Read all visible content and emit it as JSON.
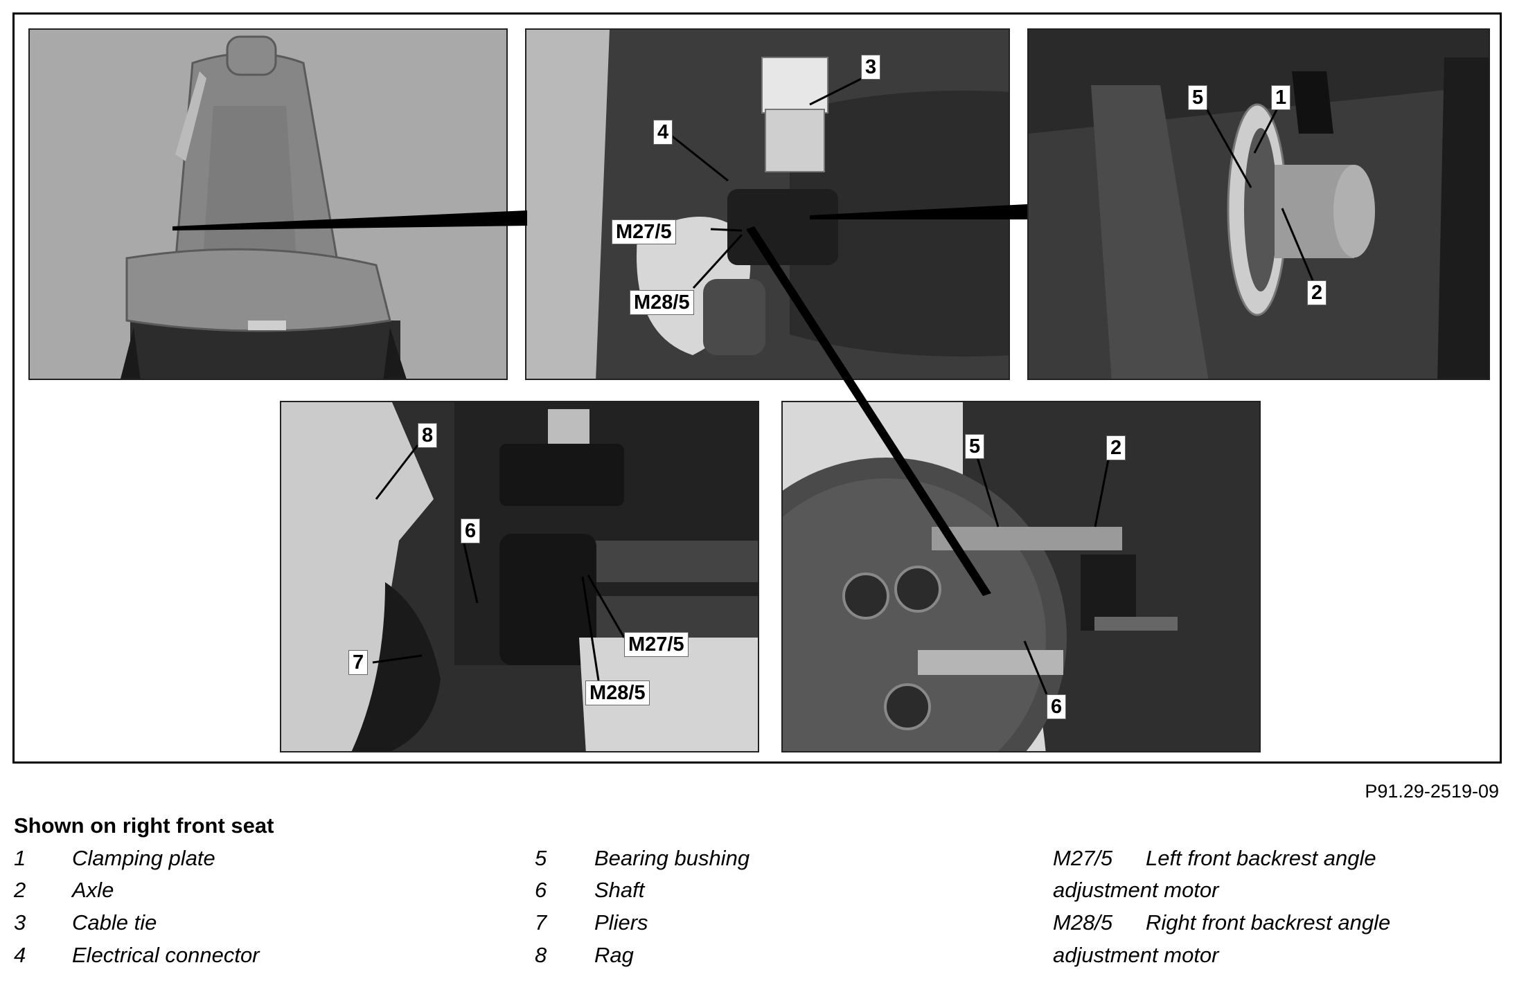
{
  "figure_id": "P91.29-2519-09",
  "legend": {
    "title": "Shown on right front seat",
    "items": [
      {
        "num": "1",
        "text": "Clamping plate"
      },
      {
        "num": "2",
        "text": "Axle"
      },
      {
        "num": "3",
        "text": "Cable tie"
      },
      {
        "num": "4",
        "text": "Electrical connector"
      },
      {
        "num": "5",
        "text": "Bearing bushing"
      },
      {
        "num": "6",
        "text": "Shaft"
      },
      {
        "num": "7",
        "text": "Pliers"
      },
      {
        "num": "8",
        "text": "Rag"
      },
      {
        "num": "M27/5",
        "text": "Left front backrest angle",
        "text2": "adjustment motor"
      },
      {
        "num": "M28/5",
        "text": "Right front backrest angle",
        "text2": "adjustment motor"
      }
    ]
  },
  "callouts": {
    "p2_3": "3",
    "p2_4": "4",
    "p2_m27": "M27/5",
    "p2_m28": "M28/5",
    "p3_5": "5",
    "p3_1": "1",
    "p3_2": "2",
    "p4_8": "8",
    "p4_6": "6",
    "p4_m27": "M27/5",
    "p4_m28": "M28/5",
    "p4_7": "7",
    "p5_5": "5",
    "p5_2": "2",
    "p5_6": "6"
  },
  "colors": {
    "photo_bg": "#9a9a9a",
    "dark_metal": "#3a3a3a",
    "frame": "#000000"
  }
}
